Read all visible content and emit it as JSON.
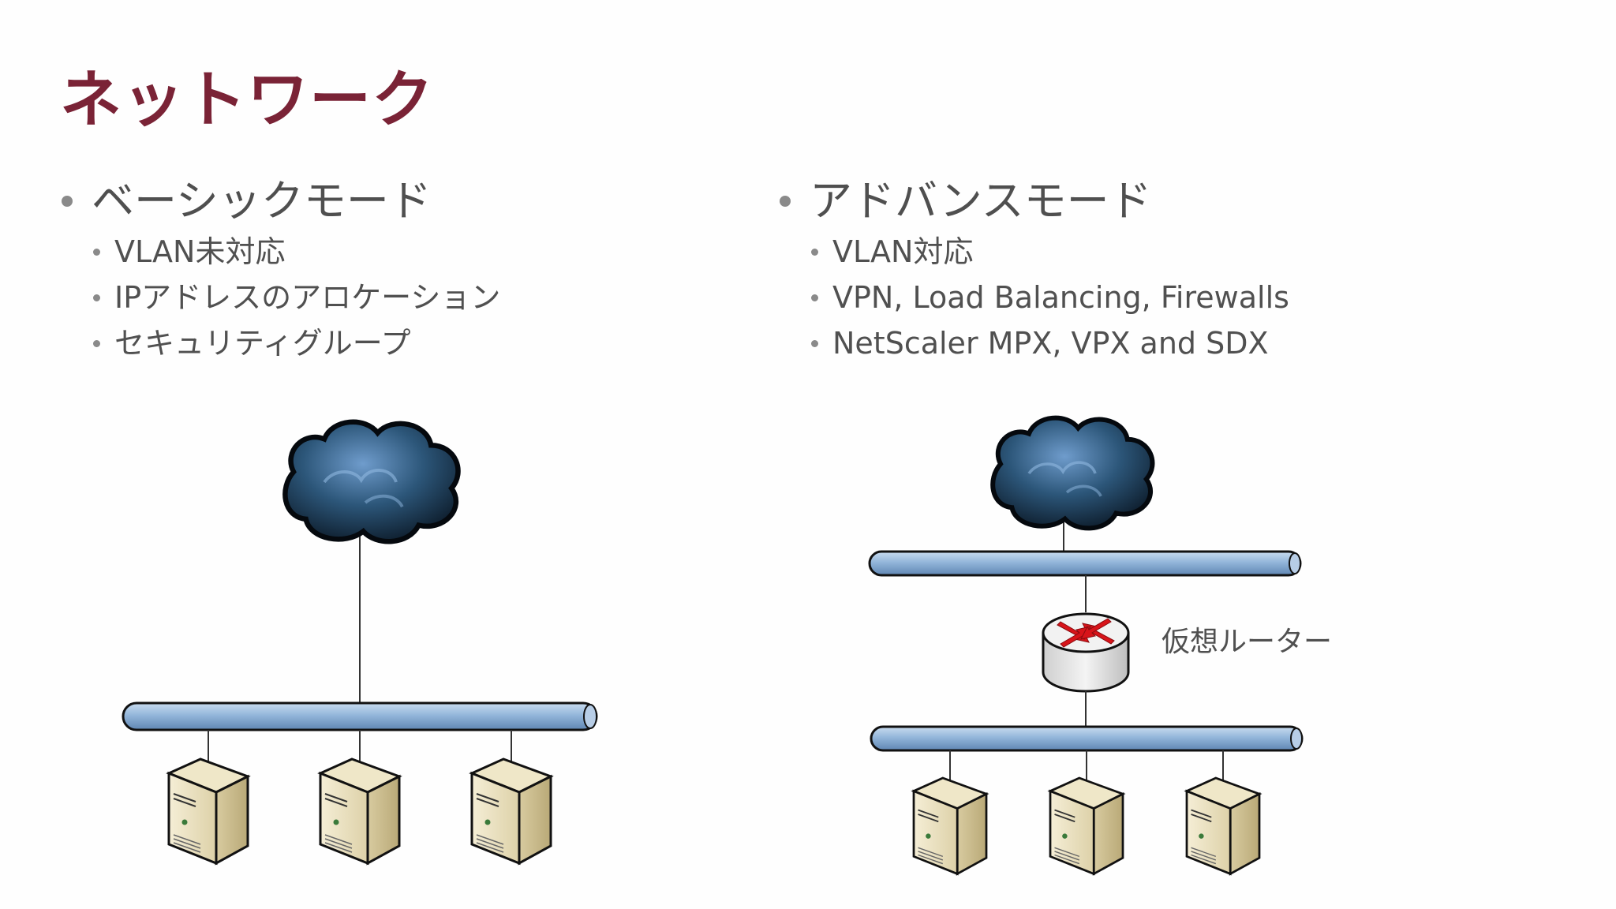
{
  "title": "ネットワーク",
  "title_color": "#7a2336",
  "basic": {
    "heading": "ベーシックモード",
    "items": [
      "VLAN未対応",
      "IPアドレスのアロケーション",
      "セキュリティグループ"
    ]
  },
  "advanced": {
    "heading": "アドバンスモード",
    "items": [
      "VLAN対応",
      "VPN, Load Balancing, Firewalls",
      "NetScaler MPX, VPX and SDX"
    ],
    "router_label": "仮想ルーター"
  },
  "colors": {
    "bus_fill": "#8fb2d8",
    "cloud_fill": "#2c5679",
    "server_fill": "#e6dcbc",
    "router_arrow": "#d8141a"
  },
  "icons": [
    "cloud-icon",
    "network-bus-icon",
    "server-icon",
    "router-icon"
  ]
}
